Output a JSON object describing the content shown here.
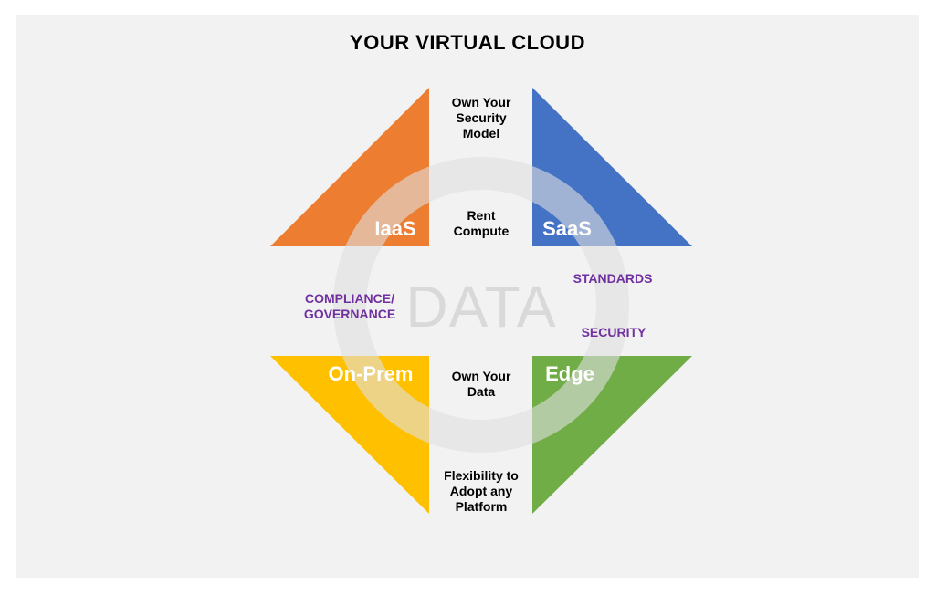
{
  "title": "YOUR VIRTUAL CLOUD",
  "center": {
    "label": "DATA"
  },
  "quadrants": {
    "iaas": {
      "label": "IaaS",
      "color": "#ed7d31"
    },
    "saas": {
      "label": "SaaS",
      "color": "#4472c4"
    },
    "onprem": {
      "label": "On-Prem",
      "color": "#ffc000"
    },
    "edge": {
      "label": "Edge",
      "color": "#70ad47"
    }
  },
  "inner_labels": {
    "top": "Own Your\nSecurity\nModel",
    "center_top": "Rent\nCompute",
    "center_bottom": "Own Your\nData",
    "bottom": "Flexibility to\nAdopt any\nPlatform"
  },
  "side_labels": {
    "left": "COMPLIANCE/\nGOVERNANCE",
    "right_top": "STANDARDS",
    "right_bottom": "SECURITY"
  },
  "colors": {
    "background": "#f2f2f2",
    "ring": "#e0e0e0",
    "accent_text": "#7030a0"
  }
}
